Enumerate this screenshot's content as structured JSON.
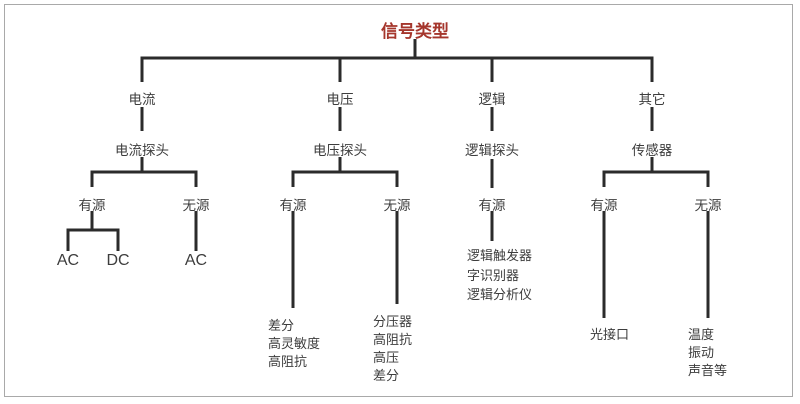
{
  "title": "信号类型",
  "colors": {
    "title": "#a5362c",
    "line": "#2b2b2b",
    "text": "#3d3d3d",
    "border": "#a9a9a9"
  },
  "branches": [
    {
      "label": "电流",
      "probe": "电流探头",
      "children": [
        {
          "label": "有源",
          "items": [
            "AC",
            "DC"
          ]
        },
        {
          "label": "无源",
          "items": [
            "AC"
          ]
        }
      ]
    },
    {
      "label": "电压",
      "probe": "电压探头",
      "children": [
        {
          "label": "有源",
          "items": [
            "差分",
            "高灵敏度",
            "高阻抗"
          ]
        },
        {
          "label": "无源",
          "items": [
            "分压器",
            "高阻抗",
            "高压",
            "差分"
          ]
        }
      ]
    },
    {
      "label": "逻辑",
      "probe": "逻辑探头",
      "children": [
        {
          "label": "有源",
          "items": [
            "逻辑触发器",
            "字识别器",
            "逻辑分析仪"
          ]
        }
      ]
    },
    {
      "label": "其它",
      "probe": "传感器",
      "children": [
        {
          "label": "有源",
          "items": [
            "光接口"
          ]
        },
        {
          "label": "无源",
          "items": [
            "温度",
            "振动",
            "声音等"
          ]
        }
      ]
    }
  ]
}
